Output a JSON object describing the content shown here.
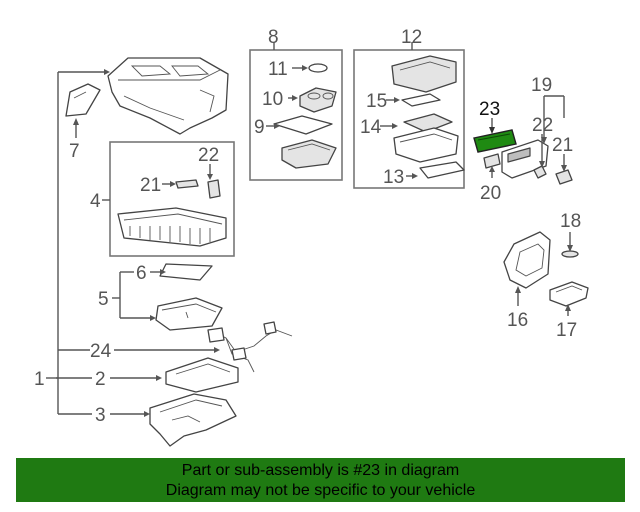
{
  "callouts": {
    "c1": "1",
    "c2": "2",
    "c3": "3",
    "c4": "4",
    "c5": "5",
    "c6": "6",
    "c7": "7",
    "c8": "8",
    "c9": "9",
    "c10": "10",
    "c11": "11",
    "c12": "12",
    "c13": "13",
    "c14": "14",
    "c15": "15",
    "c16": "16",
    "c17": "17",
    "c18": "18",
    "c19": "19",
    "c20": "20",
    "c21a": "21",
    "c21b": "21",
    "c22a": "22",
    "c22b": "22",
    "c23": "23",
    "c24": "24"
  },
  "highlight": {
    "color": "#1f8a12"
  },
  "footer": {
    "line1": "Part or sub-assembly is #23 in diagram",
    "line2": "Diagram may not be specific to your vehicle",
    "color": "#1f7a12"
  }
}
